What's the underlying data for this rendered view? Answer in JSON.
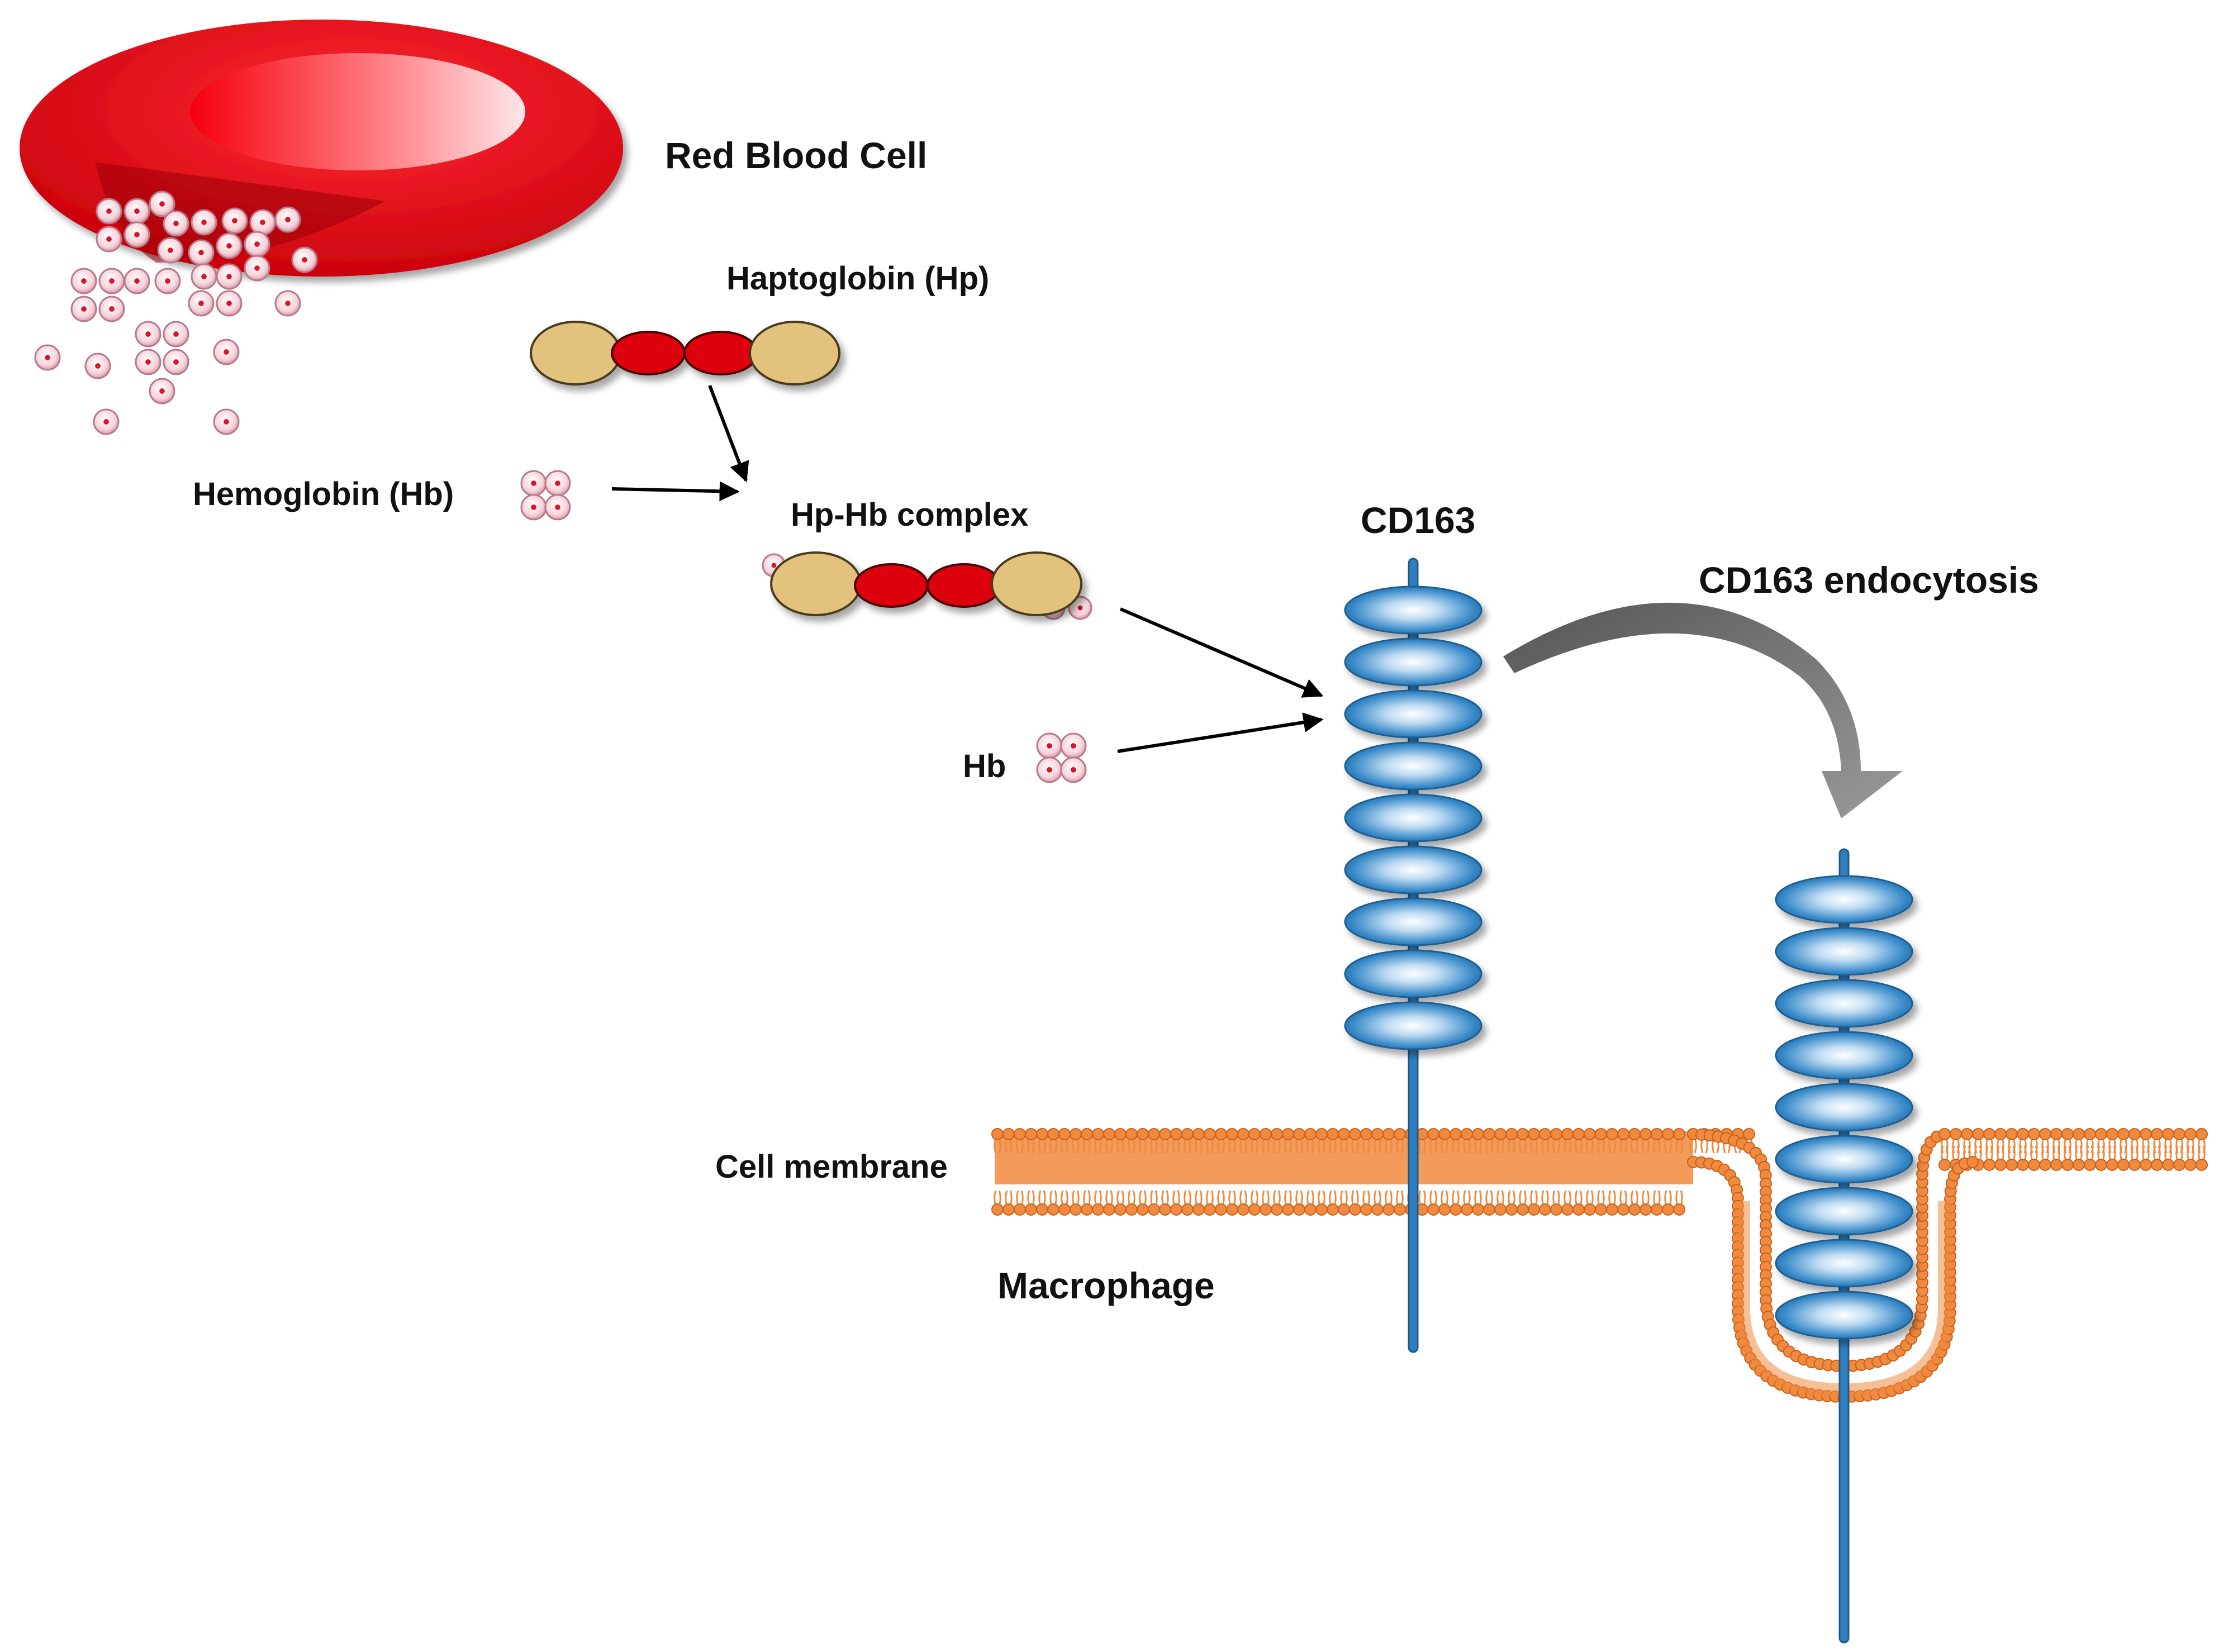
{
  "labels": {
    "red_blood_cell": "Red Blood Cell",
    "haptoglobin": "Haptoglobin (Hp)",
    "hemoglobin": "Hemoglobin (Hb)",
    "hp_hb_complex": "Hp-Hb complex",
    "cd163": "CD163",
    "cd163_endocytosis": "CD163 endocytosis",
    "hb": "Hb",
    "cell_membrane": "Cell membrane",
    "macrophage": "Macrophage"
  },
  "colors": {
    "rbc_red": "#d9000b",
    "hp_tan": "#e3c27e",
    "hp_red": "#dd0010",
    "membrane_orange": "#f08a3e",
    "receptor_blue": "#2f7fbf",
    "receptor_highlight": "#d9ecfb",
    "hb_pink": "#f5c9d1",
    "arrow_gray": "#8a8a8a"
  }
}
